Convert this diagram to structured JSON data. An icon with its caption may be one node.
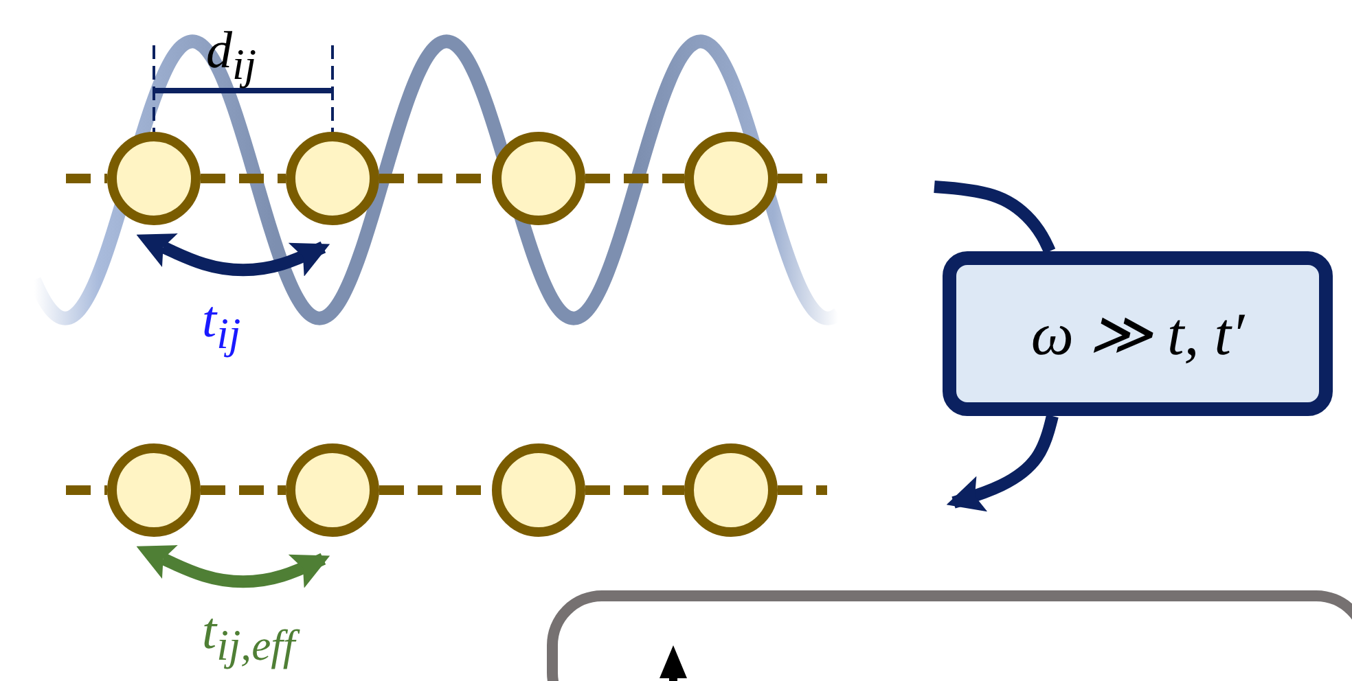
{
  "diagram": {
    "nodes": [
      {
        "text": [],
        "shape": "circle"
      },
      {
        "text": [],
        "shape": "circle"
      },
      {
        "text": [],
        "shape": "circle"
      },
      {
        "text": [],
        "shape": "circle"
      },
      {
        "text": [],
        "shape": "circle"
      },
      {
        "text": [],
        "shape": "circle"
      },
      {
        "text": [],
        "shape": "circle"
      },
      {
        "text": [],
        "shape": "circle"
      },
      {
        "text": [
          "ω ≫ t, t′"
        ]
      },
      {
        "text": [],
        "shape": "box"
      }
    ],
    "edges": [
      {
        "from": 0,
        "to": 1,
        "arrow": "both",
        "label": "t$_{ij}$",
        "color": "#0b2160"
      },
      {
        "from": 0,
        "to": 1,
        "arrow": "none",
        "style": "dashed"
      },
      {
        "from": 1,
        "to": 2,
        "arrow": "none",
        "style": "dashed"
      },
      {
        "from": 2,
        "to": 3,
        "arrow": "none",
        "style": "dashed"
      },
      {
        "from": null,
        "to": 8,
        "arrow": "none",
        "color": "#0b2160"
      },
      {
        "from": 8,
        "to": null,
        "arrow": "to",
        "color": "#0b2160"
      },
      {
        "from": 4,
        "to": 5,
        "arrow": "none",
        "style": "dashed"
      },
      {
        "from": 5,
        "to": 6,
        "arrow": "none",
        "style": "dashed"
      },
      {
        "from": 6,
        "to": 7,
        "arrow": "none",
        "style": "dashed"
      },
      {
        "from": 4,
        "to": 5,
        "arrow": "both",
        "label": "t$_{ij,eff}$",
        "color": "#4f7f35"
      }
    ],
    "labels": [
      "d$_{ij}$"
    ]
  }
}
